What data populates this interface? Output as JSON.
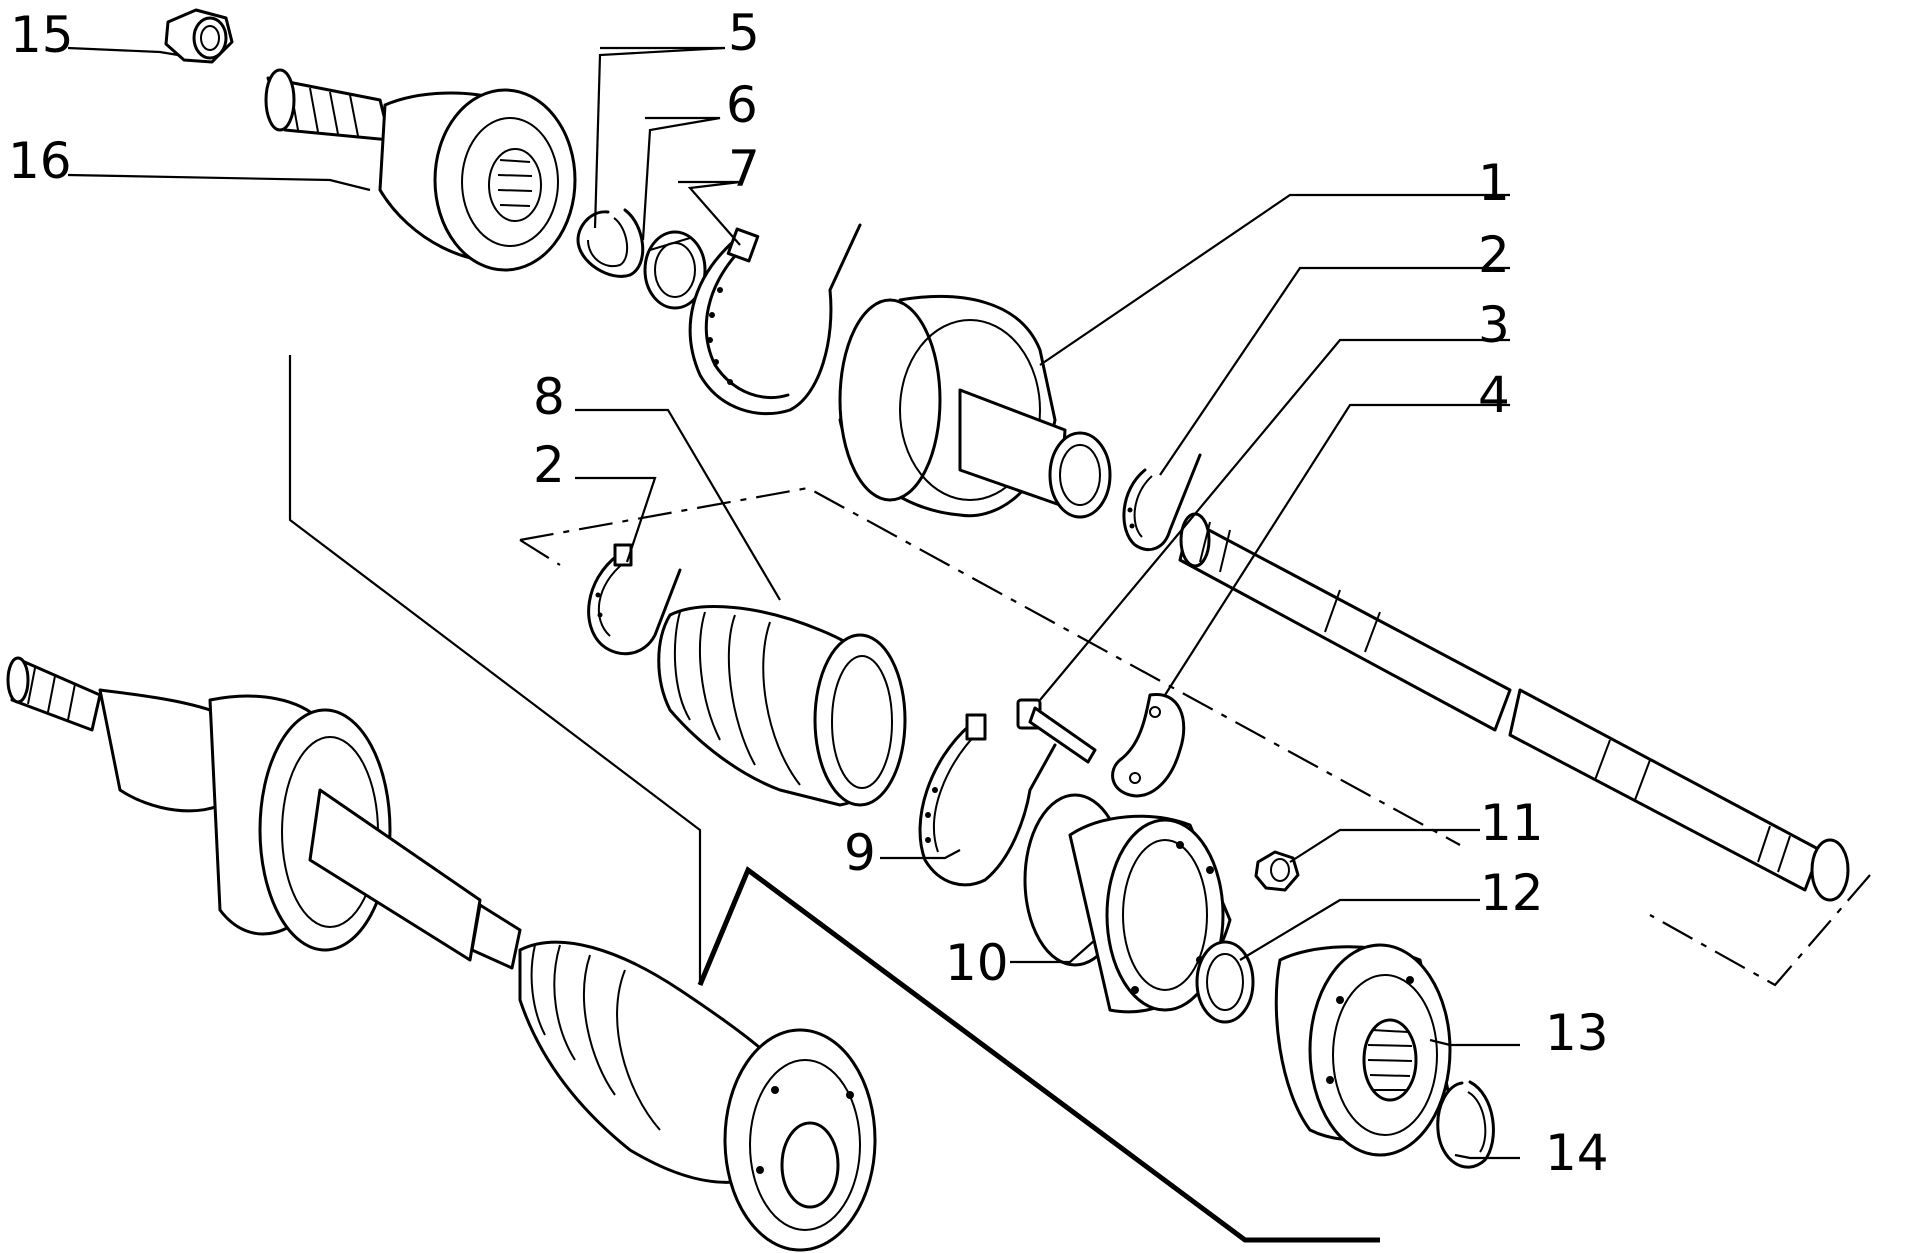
{
  "diagram": {
    "labels": {
      "l1": "1",
      "l2a": "2",
      "l2b": "2",
      "l3": "3",
      "l4": "4",
      "l5": "5",
      "l6": "6",
      "l7": "7",
      "l8": "8",
      "l9": "9",
      "l10": "10",
      "l11": "11",
      "l12": "12",
      "l13": "13",
      "l14": "14",
      "l15": "15",
      "l16": "16"
    }
  }
}
